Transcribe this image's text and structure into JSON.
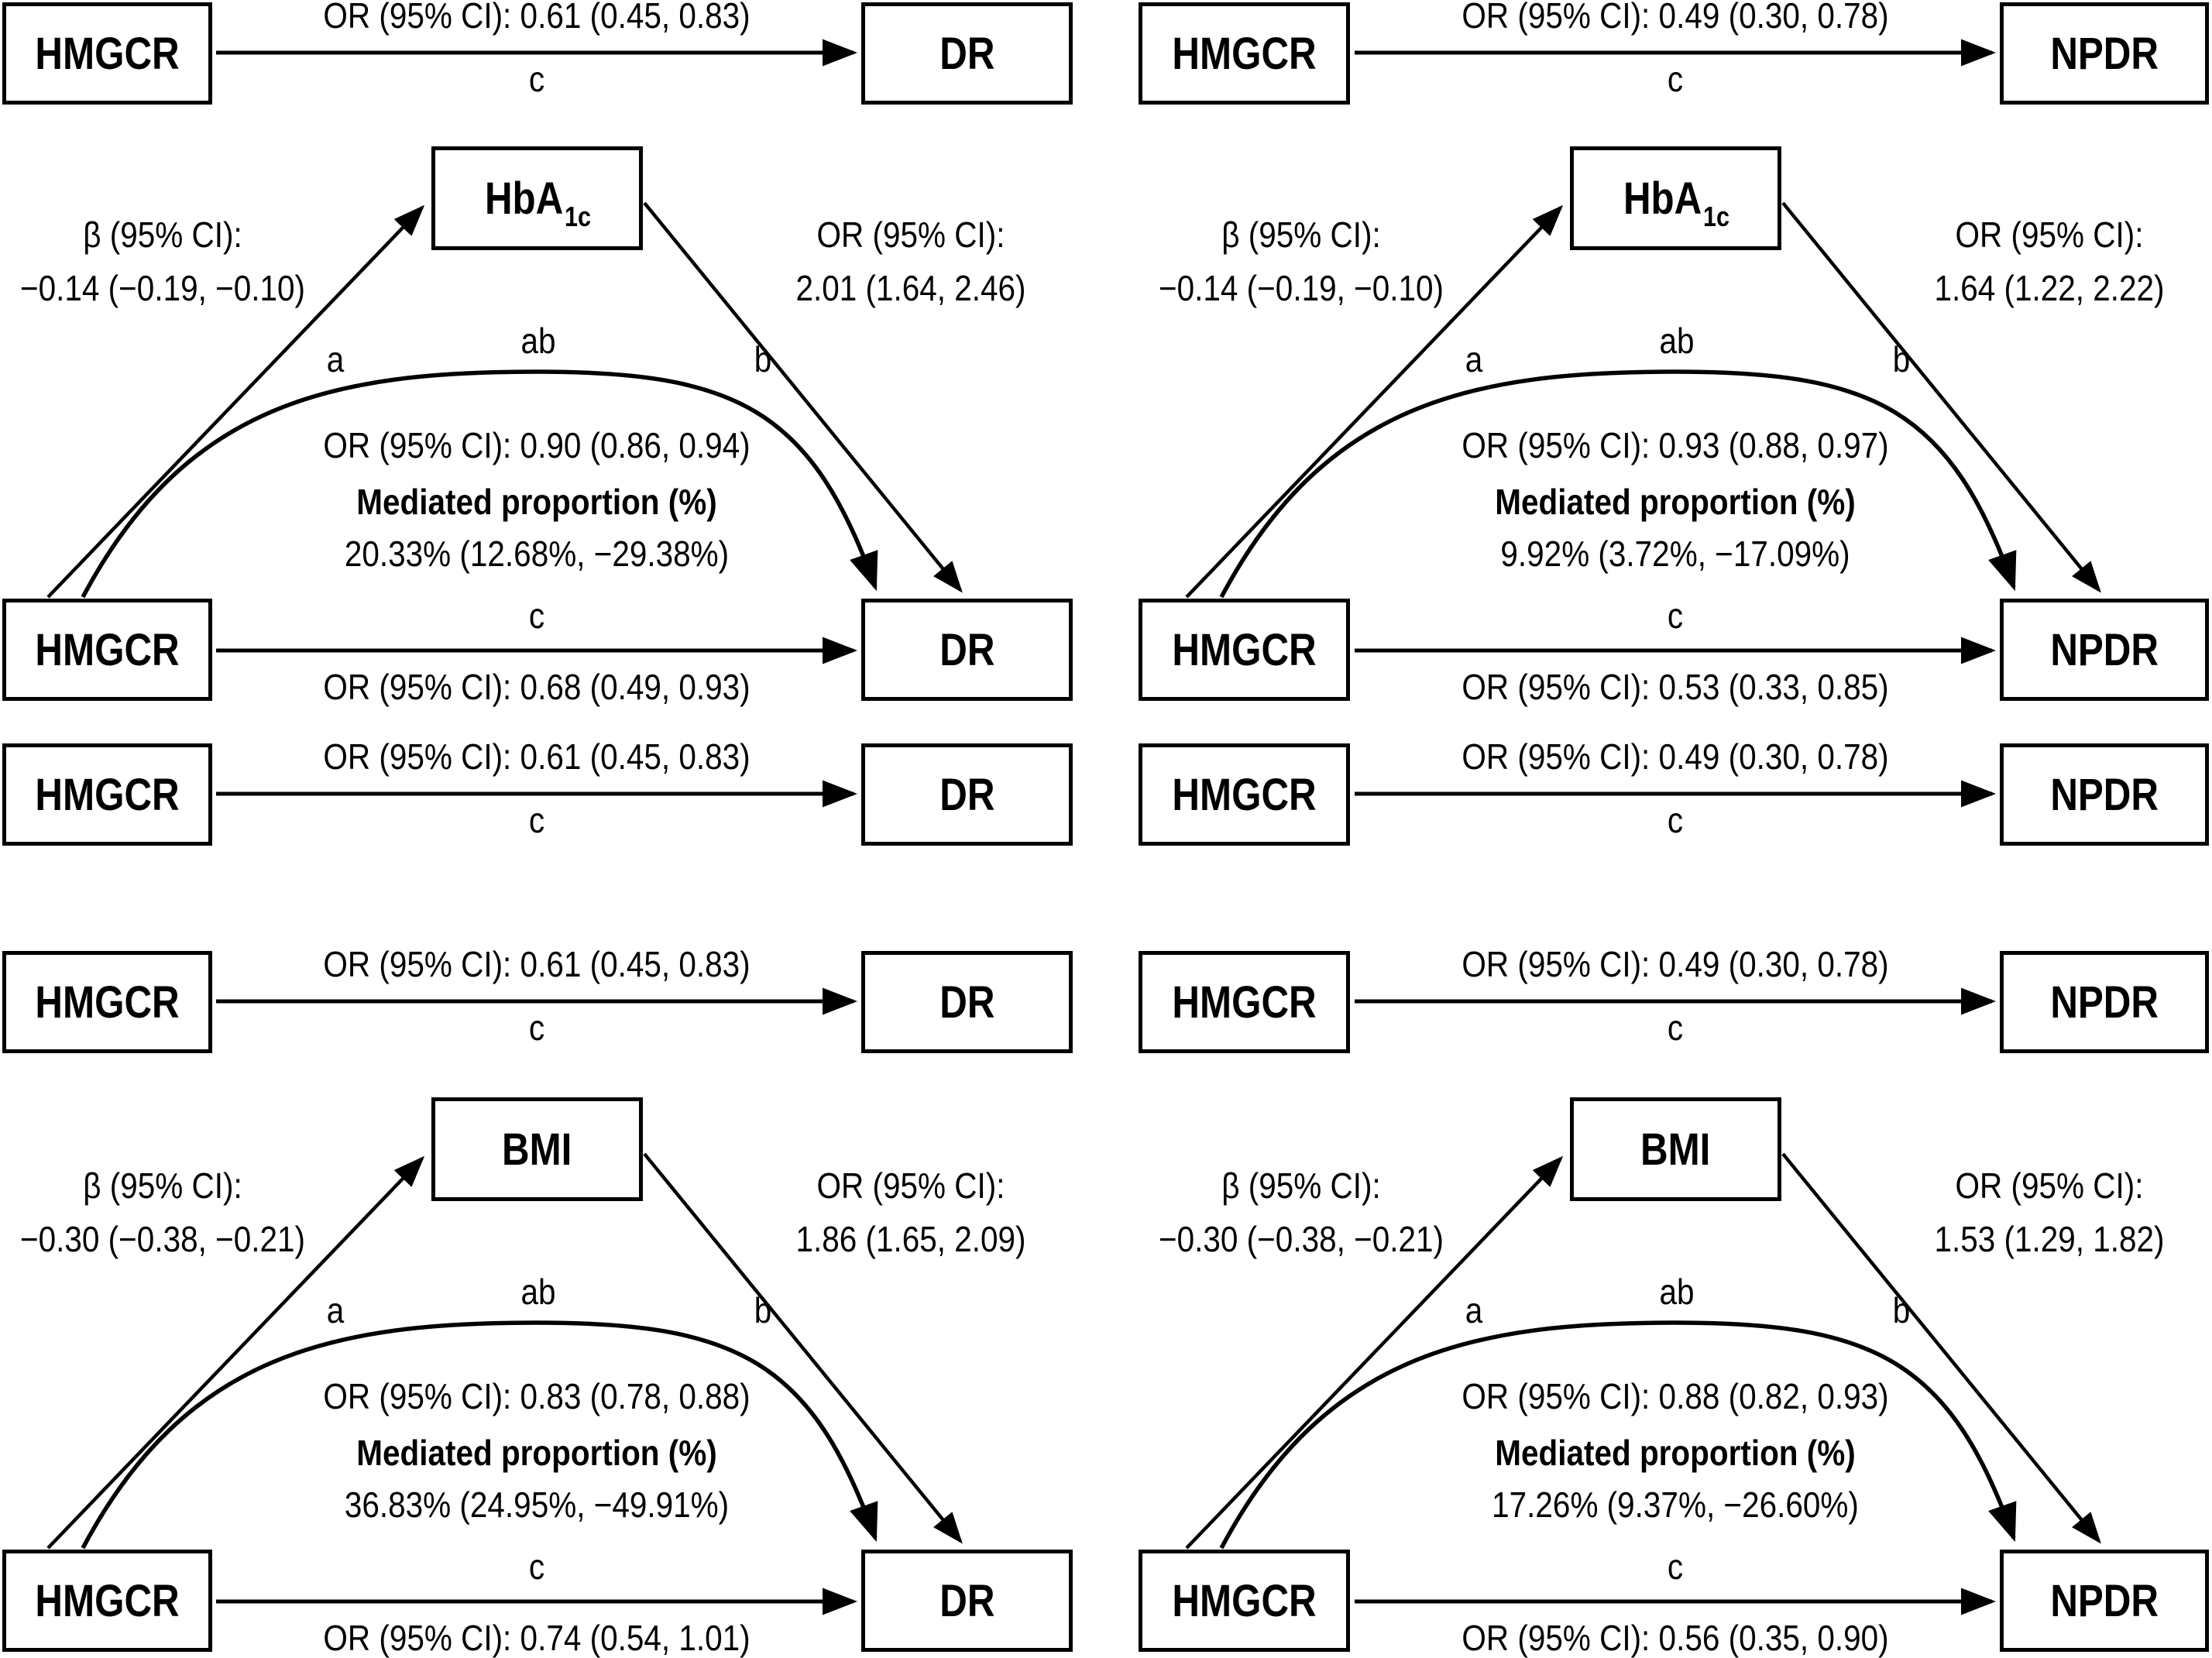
{
  "figure": {
    "colors": {
      "ink": "#000000",
      "background": "#ffffff"
    },
    "columns": [
      {
        "exposure": "HMGCR",
        "outcome": "DR",
        "s1": {
          "or": "OR (95% CI): 0.61 (0.45, 0.83)",
          "c": "c"
        },
        "m1": {
          "mediator_main": "HbA",
          "mediator_sub": "1c",
          "beta_title": "β (95% CI):",
          "beta_value": "−0.14 (−0.19, −0.10)",
          "b_or_title": "OR (95% CI):",
          "b_or_value": "2.01 (1.64, 2.46)",
          "a": "a",
          "ab": "ab",
          "b": "b",
          "ab_or": "OR (95% CI): 0.90 (0.86, 0.94)",
          "mediated_title": "Mediated proportion (%)",
          "mediated_value": "20.33% (12.68%, −29.38%)",
          "c": "c",
          "c_or": "OR (95% CI): 0.68 (0.49, 0.93)"
        },
        "s3": {
          "or": "OR (95% CI): 0.61 (0.45, 0.83)",
          "c": "c"
        },
        "s4": {
          "or": "OR (95% CI): 0.61 (0.45, 0.83)",
          "c": "c"
        },
        "m2": {
          "mediator_main": "BMI",
          "mediator_sub": "",
          "beta_title": "β (95% CI):",
          "beta_value": "−0.30 (−0.38, −0.21)",
          "b_or_title": "OR (95% CI):",
          "b_or_value": "1.86 (1.65, 2.09)",
          "a": "a",
          "ab": "ab",
          "b": "b",
          "ab_or": "OR (95% CI): 0.83 (0.78, 0.88)",
          "mediated_title": "Mediated proportion (%)",
          "mediated_value": "36.83% (24.95%, −49.91%)",
          "c": "c",
          "c_or": "OR (95% CI): 0.74 (0.54, 1.01)"
        }
      },
      {
        "exposure": "HMGCR",
        "outcome": "NPDR",
        "s1": {
          "or": "OR (95% CI): 0.49 (0.30, 0.78)",
          "c": "c"
        },
        "m1": {
          "mediator_main": "HbA",
          "mediator_sub": "1c",
          "beta_title": "β (95% CI):",
          "beta_value": "−0.14 (−0.19, −0.10)",
          "b_or_title": "OR (95% CI):",
          "b_or_value": "1.64 (1.22, 2.22)",
          "a": "a",
          "ab": "ab",
          "b": "b",
          "ab_or": "OR (95% CI): 0.93 (0.88, 0.97)",
          "mediated_title": "Mediated proportion (%)",
          "mediated_value": "9.92% (3.72%, −17.09%)",
          "c": "c",
          "c_or": "OR (95% CI): 0.53 (0.33, 0.85)"
        },
        "s3": {
          "or": "OR (95% CI): 0.49 (0.30, 0.78)",
          "c": "c"
        },
        "s4": {
          "or": "OR (95% CI): 0.49 (0.30, 0.78)",
          "c": "c"
        },
        "m2": {
          "mediator_main": "BMI",
          "mediator_sub": "",
          "beta_title": "β (95% CI):",
          "beta_value": "−0.30 (−0.38, −0.21)",
          "b_or_title": "OR (95% CI):",
          "b_or_value": "1.53 (1.29, 1.82)",
          "a": "a",
          "ab": "ab",
          "b": "b",
          "ab_or": "OR (95% CI): 0.88 (0.82, 0.93)",
          "mediated_title": "Mediated proportion (%)",
          "mediated_value": "17.26% (9.37%, −26.60%)",
          "c": "c",
          "c_or": "OR (95% CI): 0.56 (0.35, 0.90)"
        }
      }
    ]
  }
}
